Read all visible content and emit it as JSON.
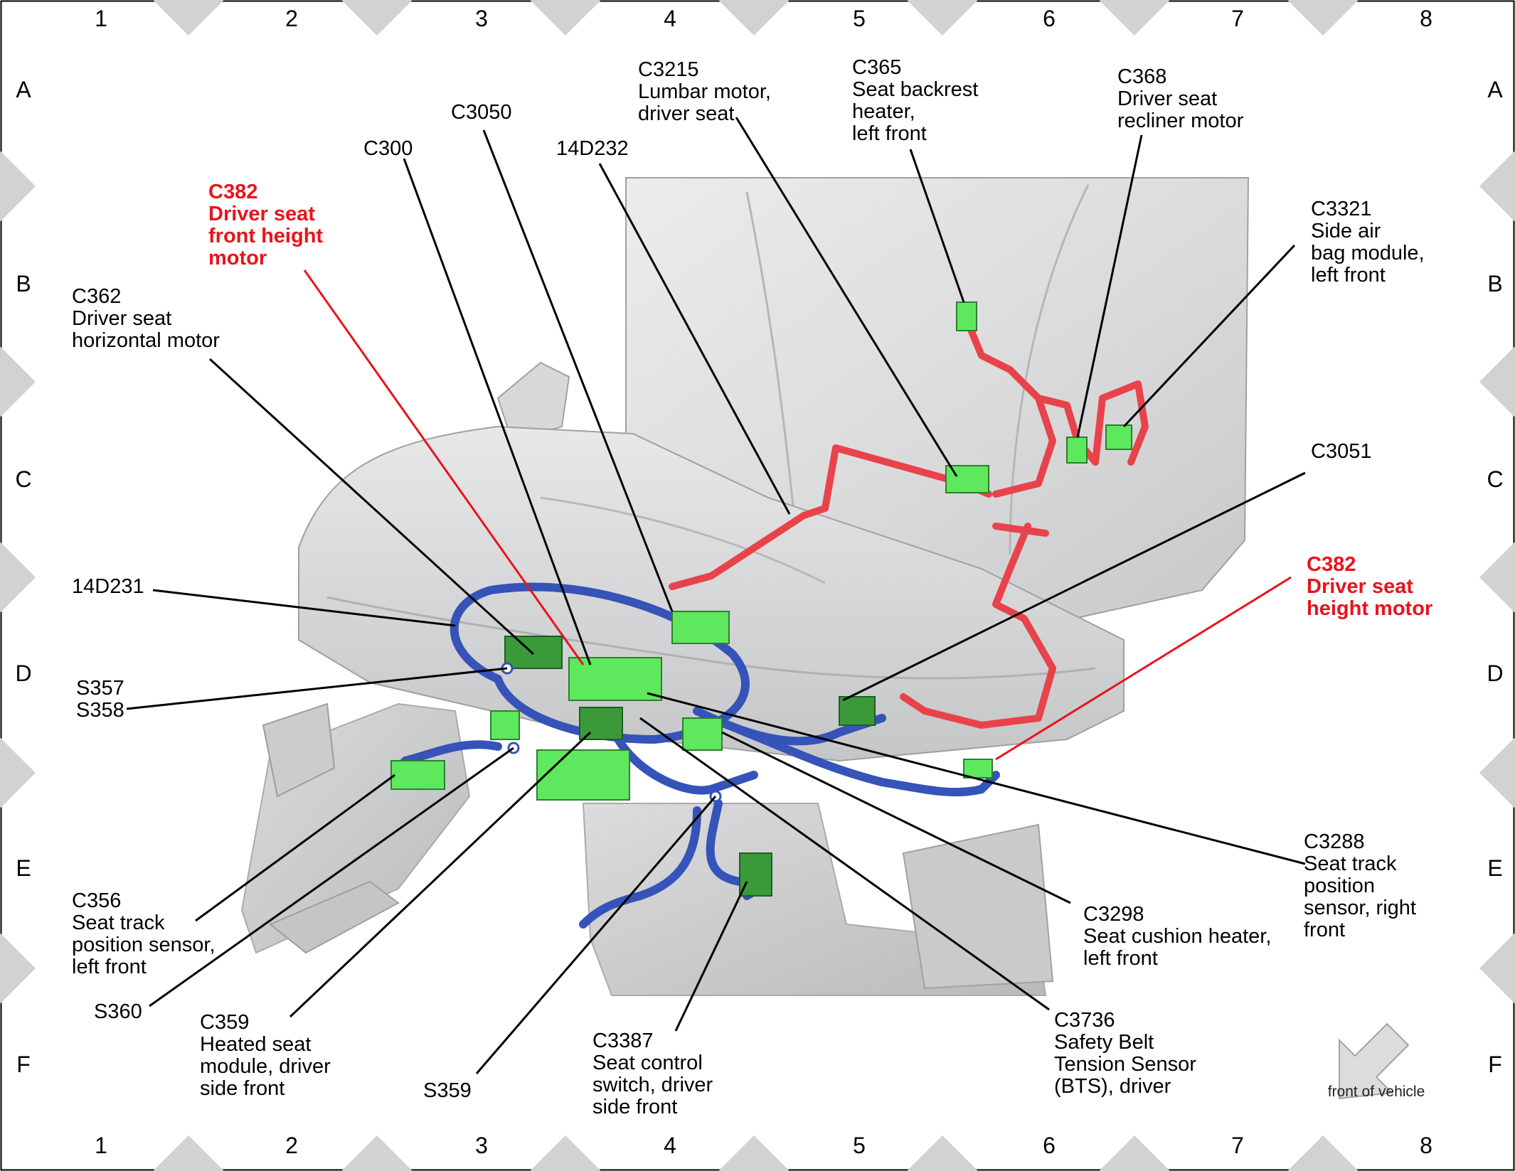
{
  "grid": {
    "columns": [
      "1",
      "2",
      "3",
      "4",
      "5",
      "6",
      "7",
      "8"
    ],
    "rows": [
      "A",
      "B",
      "C",
      "D",
      "E",
      "F"
    ]
  },
  "callouts": [
    {
      "id": "c3215",
      "lines": [
        "C3215",
        "Lumbar motor,",
        "driver seat"
      ],
      "highlight": false
    },
    {
      "id": "c365",
      "lines": [
        "C365",
        "Seat backrest",
        "heater,",
        "left front"
      ],
      "highlight": false
    },
    {
      "id": "c368",
      "lines": [
        "C368",
        "Driver seat",
        "recliner motor"
      ],
      "highlight": false
    },
    {
      "id": "c3050",
      "lines": [
        "C3050"
      ],
      "highlight": false
    },
    {
      "id": "c300",
      "lines": [
        "C300"
      ],
      "highlight": false
    },
    {
      "id": "14d232",
      "lines": [
        "14D232"
      ],
      "highlight": false
    },
    {
      "id": "c382-front",
      "lines": [
        "C382",
        "Driver seat",
        "front height",
        "motor"
      ],
      "highlight": true
    },
    {
      "id": "c3321",
      "lines": [
        "C3321",
        "Side air",
        "bag module,",
        "left front"
      ],
      "highlight": false
    },
    {
      "id": "c362",
      "lines": [
        "C362",
        "Driver seat",
        "horizontal motor"
      ],
      "highlight": false
    },
    {
      "id": "c3051",
      "lines": [
        "C3051"
      ],
      "highlight": false
    },
    {
      "id": "14d231",
      "lines": [
        "14D231"
      ],
      "highlight": false
    },
    {
      "id": "c382",
      "lines": [
        "C382",
        "Driver seat",
        "height motor"
      ],
      "highlight": true
    },
    {
      "id": "s357",
      "lines": [
        "S357",
        "S358"
      ],
      "highlight": false
    },
    {
      "id": "c3288",
      "lines": [
        "C3288",
        "Seat track",
        "position",
        "sensor, right",
        "front"
      ],
      "highlight": false
    },
    {
      "id": "c356",
      "lines": [
        "C356",
        "Seat track",
        "position sensor,",
        "left front"
      ],
      "highlight": false
    },
    {
      "id": "c3298",
      "lines": [
        "C3298",
        "Seat cushion heater,",
        "left front"
      ],
      "highlight": false
    },
    {
      "id": "s360",
      "lines": [
        "S360"
      ],
      "highlight": false
    },
    {
      "id": "c359",
      "lines": [
        "C359",
        "Heated seat",
        "module, driver",
        "side front"
      ],
      "highlight": false
    },
    {
      "id": "s359",
      "lines": [
        "S359"
      ],
      "highlight": false
    },
    {
      "id": "c3387",
      "lines": [
        "C3387",
        "Seat control",
        "switch, driver",
        "side front"
      ],
      "highlight": false
    },
    {
      "id": "c3736",
      "lines": [
        "C3736",
        "Safety Belt",
        "Tension Sensor",
        "(BTS), driver"
      ],
      "highlight": false
    }
  ],
  "orientation": {
    "label": "front of vehicle",
    "icon": "arrow-down-left-icon"
  },
  "colors": {
    "highlight_text": "#e8141b",
    "harness_red": "#e8434a",
    "harness_blue": "#3553b8",
    "connector_green": "#5ee85e",
    "connector_dark_green": "#3a9a3a",
    "seat_gray": "#d9dadc",
    "border_gray": "#d2d2d2"
  }
}
